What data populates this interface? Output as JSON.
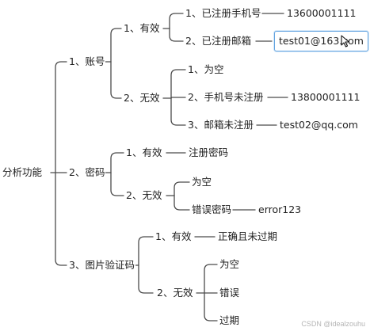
{
  "diagram": {
    "root": "分析功能",
    "account": {
      "label": "1、账号",
      "valid": {
        "label": "1、有效",
        "registered_phone": {
          "label": "1、已注册手机号",
          "value": "13600001111"
        },
        "registered_email": {
          "label": "2、已注册邮箱",
          "value": "test01@163.com"
        }
      },
      "invalid": {
        "label": "2、无效",
        "empty": {
          "label": "1、为空"
        },
        "unregistered_phone": {
          "label": "2、手机号未注册",
          "value": "13800001111"
        },
        "unregistered_email": {
          "label": "3、邮箱未注册",
          "value": "test02@qq.com"
        }
      }
    },
    "password": {
      "label": "2、密码",
      "valid": {
        "label": "1、有效",
        "child": "注册密码"
      },
      "invalid": {
        "label": "2、无效",
        "empty": "为空",
        "wrong": {
          "label": "错误密码",
          "value": "error123"
        }
      }
    },
    "captcha": {
      "label": "3、图片验证码",
      "valid": {
        "label": "1、有效",
        "child": "正确且未过期"
      },
      "invalid": {
        "label": "2、无效",
        "empty": "为空",
        "wrong": "错误",
        "expired": "过期"
      }
    }
  },
  "colors": {
    "line": "#4a4a4a",
    "text": "#222222",
    "selection": "#63a4e0"
  },
  "selected_node": "test01@163.com",
  "icons": {
    "cursor": "mouse-pointer-icon"
  },
  "watermark": "CSDN @idealzouhu"
}
